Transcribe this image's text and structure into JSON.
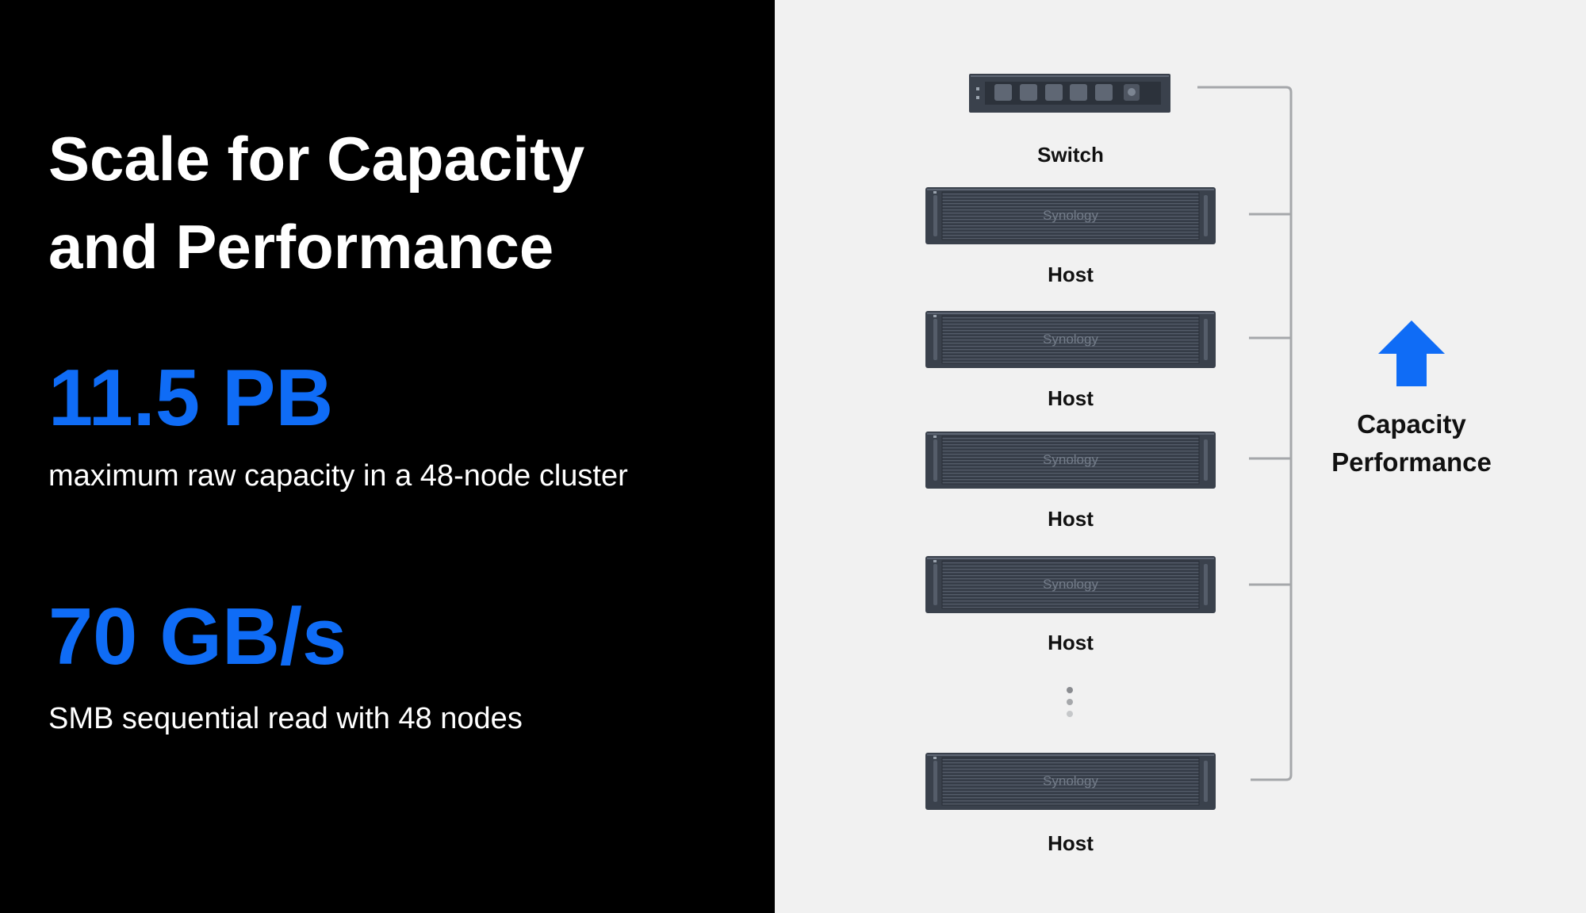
{
  "slide": {
    "title_line1": "Scale for Capacity",
    "title_line2": "and Performance",
    "stats": [
      {
        "value": "11.5 PB",
        "description": "maximum raw capacity in a 48-node cluster"
      },
      {
        "value": "70 GB/s",
        "description": "SMB sequential read with 48 nodes"
      }
    ]
  },
  "diagram": {
    "switch_label": "Switch",
    "host_label": "Host",
    "host_brand": "Synology",
    "host_count_shown": 5,
    "side_label_line1": "Capacity",
    "side_label_line2": "Performance",
    "arrow_icon": "up-arrow-icon"
  },
  "colors": {
    "accent_blue": "#0f6cf6",
    "left_bg": "#000000",
    "right_bg": "#f1f1f1",
    "device_body": "#3a414c"
  }
}
